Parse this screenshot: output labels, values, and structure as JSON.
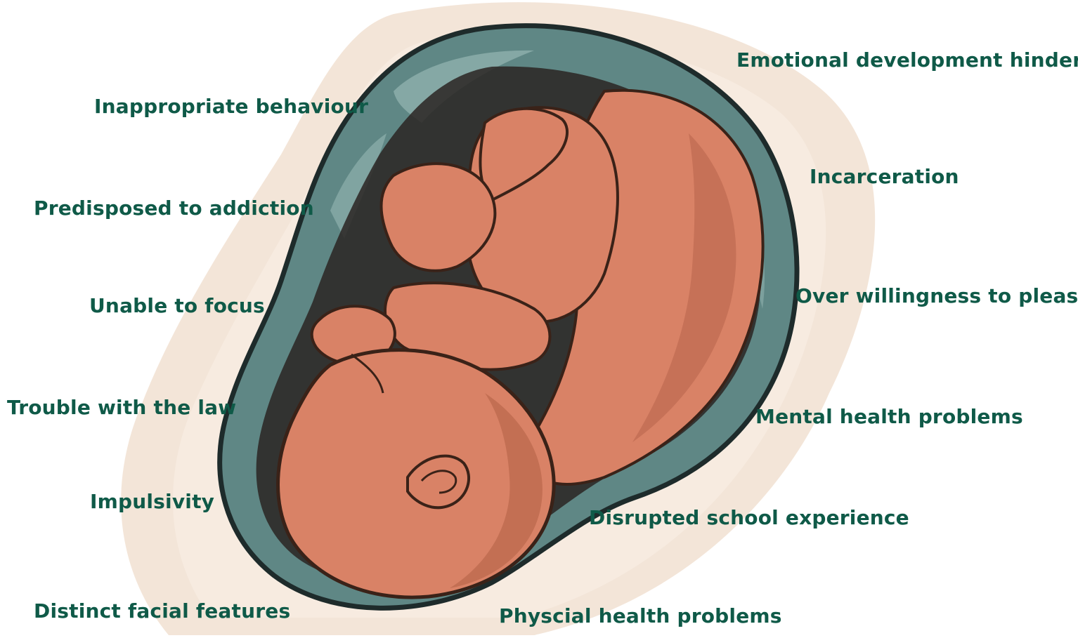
{
  "labels": {
    "inappropriate_behaviour": "Inappropriate behaviour",
    "predisposed_to_addiction": "Predisposed to addiction",
    "unable_to_focus": "Unable to focus",
    "trouble_with_the_law": "Trouble with the law",
    "impulsivity": "Impulsivity",
    "distinct_facial_features": "Distinct facial features",
    "emotional_development_hindered": "Emotional development hindered",
    "incarceration": "Incarceration",
    "over_willingness_to_please": "Over willingness to please",
    "mental_health_problems": "Mental health problems",
    "disrupted_school_experience": "Disrupted school experience",
    "physical_health_problems": "Physcial health problems"
  },
  "colors": {
    "label_text": "#0f5a48",
    "background_halo": "#f2e2d4",
    "womb_fill": "#5f8785",
    "womb_highlight": "#8fb0ad",
    "womb_outline": "#1e2b2b",
    "fetus_skin": "#d98266",
    "fetus_shadow": "#b9664c",
    "fetus_outline": "#3a2218"
  }
}
